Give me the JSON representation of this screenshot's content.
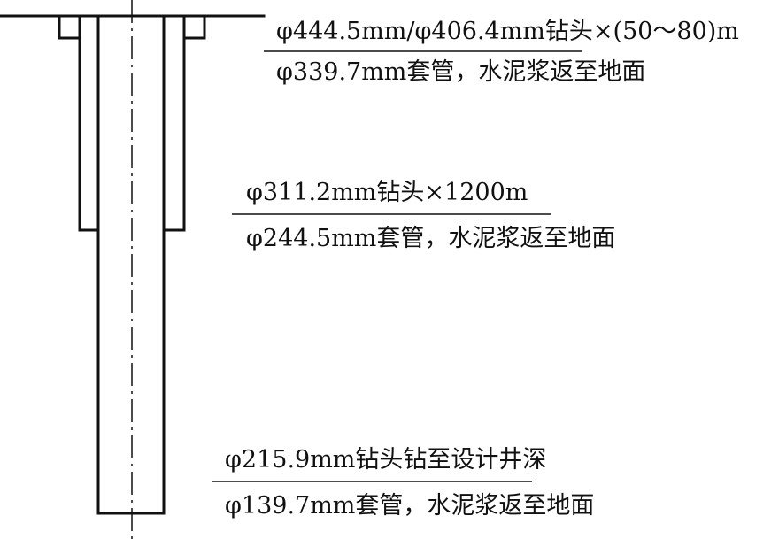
{
  "diagram": {
    "type": "casing-program-schematic",
    "line_color": "#111111",
    "text_color": "#111111",
    "background_color": "#ffffff",
    "strings": [
      {
        "name": "surface",
        "bit_text": "φ444.5mm/φ406.4mm钻头×(50～80)m",
        "casing_text": "φ339.7mm套管，水泥浆返至地面"
      },
      {
        "name": "intermediate",
        "bit_text": "φ311.2mm钻头×1200m",
        "casing_text": "φ244.5mm套管，水泥浆返至地面"
      },
      {
        "name": "production",
        "bit_text": "φ215.9mm钻头钻至设计井深",
        "casing_text": "φ139.7mm套管，水泥浆返至地面"
      }
    ]
  }
}
